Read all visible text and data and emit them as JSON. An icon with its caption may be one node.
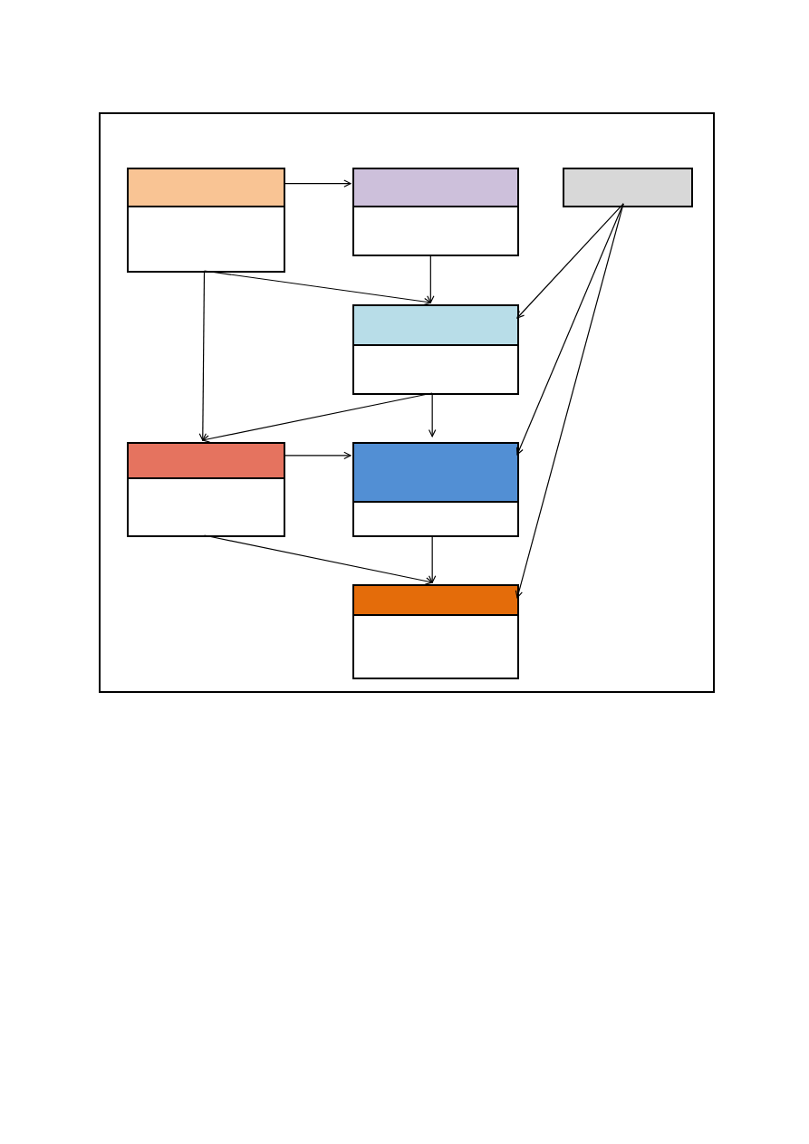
{
  "diagram": {
    "nodes": [
      {
        "text": [],
        "shape": "box"
      },
      {
        "text": [],
        "shape": "box",
        "in": 0
      },
      {
        "text": [],
        "shape": "box",
        "in": 0
      },
      {
        "text": [],
        "shape": "box",
        "in": 0
      },
      {
        "text": [],
        "shape": "box",
        "in": 0
      },
      {
        "text": [],
        "shape": "box",
        "in": 0
      },
      {
        "text": [],
        "shape": "box",
        "in": 0
      },
      {
        "text": [],
        "shape": "box",
        "in": 0
      }
    ],
    "edges": [
      {
        "from": 1,
        "to": 2,
        "arrow": "to"
      },
      {
        "from": 2,
        "to": 4,
        "arrow": "to"
      },
      {
        "from": 1,
        "to": 4,
        "arrow": "to"
      },
      {
        "from": 1,
        "to": 5,
        "arrow": "to"
      },
      {
        "from": 4,
        "to": 5,
        "arrow": "to"
      },
      {
        "from": 4,
        "to": 6,
        "arrow": "to"
      },
      {
        "from": 3,
        "to": 4,
        "arrow": "to"
      },
      {
        "from": 3,
        "to": 6,
        "arrow": "to"
      },
      {
        "from": 3,
        "to": 7,
        "arrow": "to"
      },
      {
        "from": 5,
        "to": 6,
        "arrow": "to"
      },
      {
        "from": 5,
        "to": 7,
        "arrow": "to"
      },
      {
        "from": 6,
        "to": 7,
        "arrow": "to"
      }
    ]
  }
}
